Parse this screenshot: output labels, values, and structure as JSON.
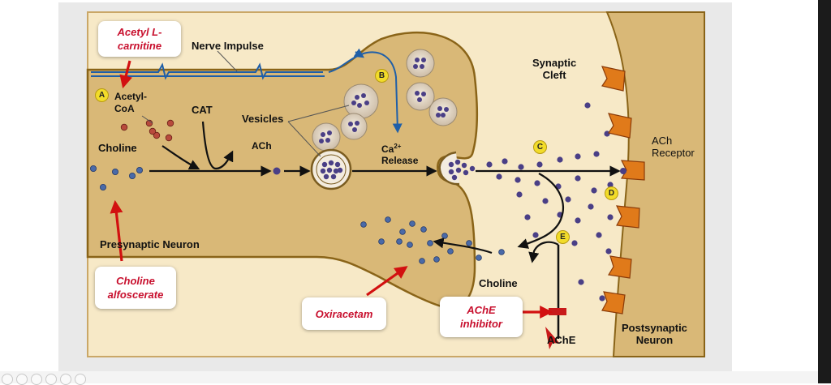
{
  "labels": {
    "nerve_impulse": "Nerve Impulse",
    "acetyl_coa": "Acetyl-\nCoA",
    "cat": "CAT",
    "vesicles": "Vesicles",
    "choline_left": "Choline",
    "ach": "ACh",
    "ca_release_base": "Ca",
    "ca_release_sup": "2+",
    "ca_release_word": "Release",
    "synaptic_cleft": "Synaptic\nCleft",
    "ach_receptor": "ACh\nReceptor",
    "presynaptic_neuron": "Presynaptic Neuron",
    "choline_bottom": "Choline",
    "ache": "AChE",
    "postsynaptic_neuron": "Postsynaptic\nNeuron"
  },
  "badges": [
    "A",
    "B",
    "C",
    "D",
    "E"
  ],
  "annotations": {
    "acetyl_l_carnitine": "Acetyl L-\ncarnitine",
    "choline_alfoscerate": "Choline\nalfoscerate",
    "oxiracetam": "Oxiracetam",
    "ache_inhibitor": "AChE\ninhibitor"
  },
  "colors": {
    "neuron_fill": "#d9b877",
    "neuron_border": "#8a6418",
    "ach_molecule": "#4a3f86",
    "receptor": "#e07a1a",
    "annotation_text": "#c8102e",
    "arrow": "#111111",
    "impulse_line": "#1f5fa8"
  }
}
